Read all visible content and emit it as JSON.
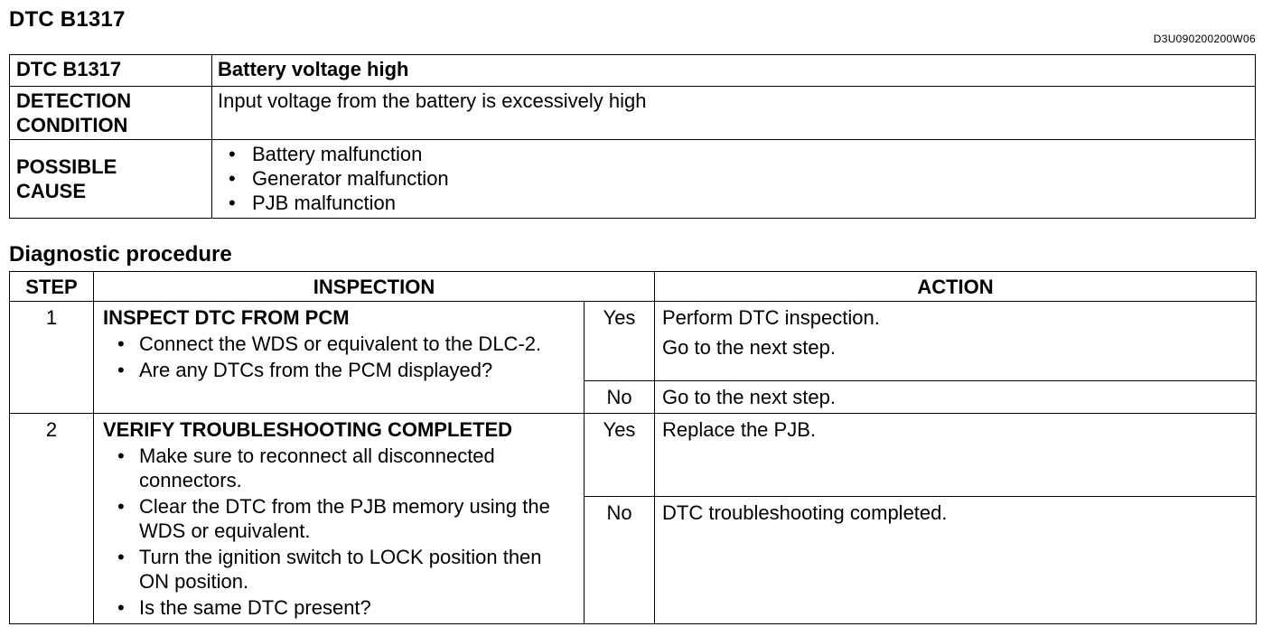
{
  "header": {
    "title": "DTC B1317",
    "code": "D3U090200200W06"
  },
  "info": {
    "dtc_label": "DTC B1317",
    "dtc_value": "Battery voltage high",
    "detection_label_1": "DETECTION",
    "detection_label_2": "CONDITION",
    "detection_value": "Input voltage from the battery is excessively high",
    "cause_label_1": "POSSIBLE",
    "cause_label_2": "CAUSE",
    "causes": [
      "Battery malfunction",
      "Generator malfunction",
      "PJB malfunction"
    ]
  },
  "procedure": {
    "heading": "Diagnostic procedure",
    "columns": {
      "step": "STEP",
      "inspection": "INSPECTION",
      "action": "ACTION"
    },
    "steps": [
      {
        "number": "1",
        "title": "INSPECT DTC FROM PCM",
        "bullets": [
          "Connect the WDS or equivalent to the DLC-2.",
          "Are any DTCs from the PCM displayed?"
        ],
        "yes_label": "Yes",
        "yes_actions": [
          "Perform DTC inspection.",
          "Go to the next step."
        ],
        "no_label": "No",
        "no_actions": [
          "Go to the next step."
        ]
      },
      {
        "number": "2",
        "title": "VERIFY TROUBLESHOOTING COMPLETED",
        "bullets": [
          "Make sure to reconnect all disconnected connectors.",
          "Clear the DTC from the PJB memory using the WDS or equivalent.",
          "Turn the ignition switch to LOCK position then ON position.",
          "Is the same DTC present?"
        ],
        "yes_label": "Yes",
        "yes_actions": [
          "Replace the PJB."
        ],
        "no_label": "No",
        "no_actions": [
          "DTC troubleshooting completed."
        ]
      }
    ]
  }
}
